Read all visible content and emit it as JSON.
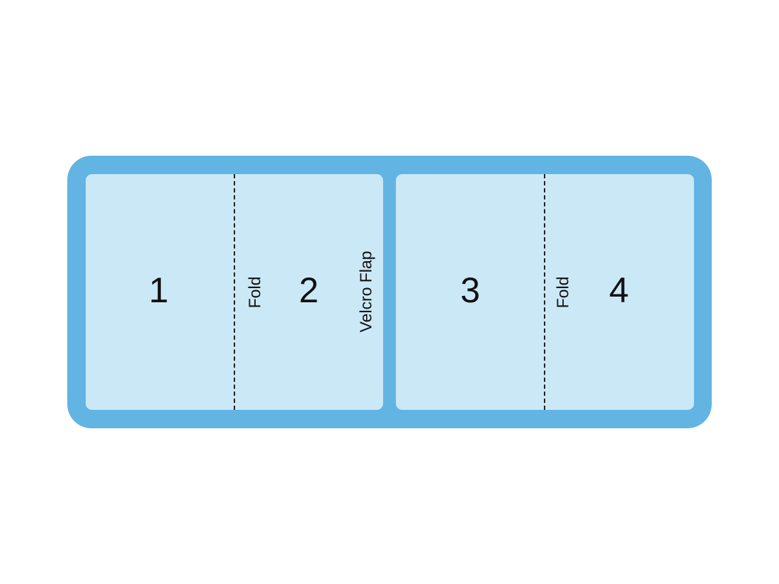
{
  "colors": {
    "border": "#62b4e2",
    "panel_fill": "#cbe8f6",
    "text": "#111111",
    "fold_line": "#222222"
  },
  "panels": [
    {
      "number": "1"
    },
    {
      "number": "2"
    },
    {
      "number": "3"
    },
    {
      "number": "4"
    }
  ],
  "fold_labels": [
    "Fold",
    "Fold"
  ],
  "flap_label": "Velcro Flap"
}
